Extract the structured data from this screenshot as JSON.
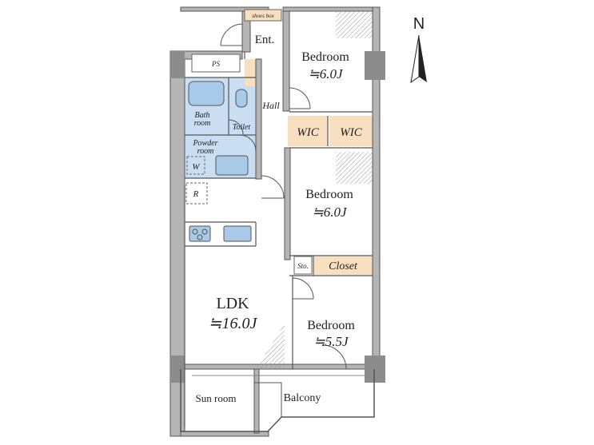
{
  "rooms": {
    "shoes_box": "shoes box",
    "entrance": "Ent.",
    "ps": "PS",
    "bedroom_1": "Bedroom",
    "bedroom_1_size": "≒6.0J",
    "hall": "Hall",
    "bath": "Bath",
    "bath_room": "room",
    "toilet": "Toilet",
    "powder": "Powder",
    "powder_room": "room",
    "washer": "W",
    "refrigerator": "R",
    "wic_1": "WIC",
    "wic_2": "WIC",
    "bedroom_2": "Bedroom",
    "bedroom_2_size": "≒6.0J",
    "storage": "Sto.",
    "closet": "Closet",
    "ldk": "LDK",
    "ldk_size": "≒16.0J",
    "bedroom_3": "Bedroom",
    "bedroom_3_size": "≒5.5J",
    "sun_room": "Sun room",
    "balcony": "Balcony"
  },
  "compass": {
    "north": "N"
  },
  "colors": {
    "wall": "#b5b5b5",
    "wall_stroke": "#555555",
    "wet_area": "#c9def2",
    "storage": "#f8dfbf",
    "pillar": "#8c8c8c",
    "kitchen_unit": "#a9c9e8"
  }
}
